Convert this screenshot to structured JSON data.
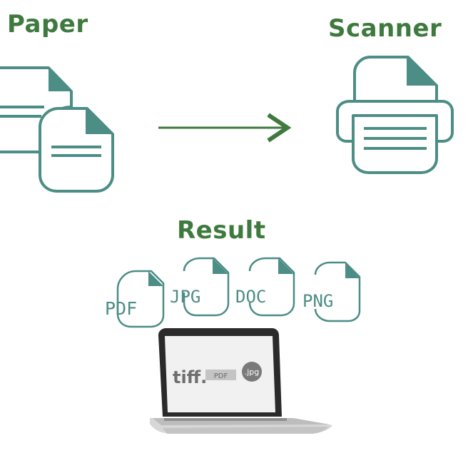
{
  "headings": {
    "paper": "Paper",
    "scanner": "Scanner",
    "result": "Result"
  },
  "file_formats": [
    "PDF",
    "JPG",
    "DOC",
    "PNG"
  ],
  "laptop_screen": {
    "tiff": "tiff.",
    "pdf": "PDF",
    "jpg": ".jpg"
  },
  "colors": {
    "heading_green": "#3e7a3e",
    "icon_teal": "#4c8d86",
    "arrow_green": "#3e7a3e"
  },
  "icons": [
    "paper-stack-icon",
    "arrow-right-icon",
    "scanner-icon",
    "file-icon",
    "laptop-icon"
  ]
}
